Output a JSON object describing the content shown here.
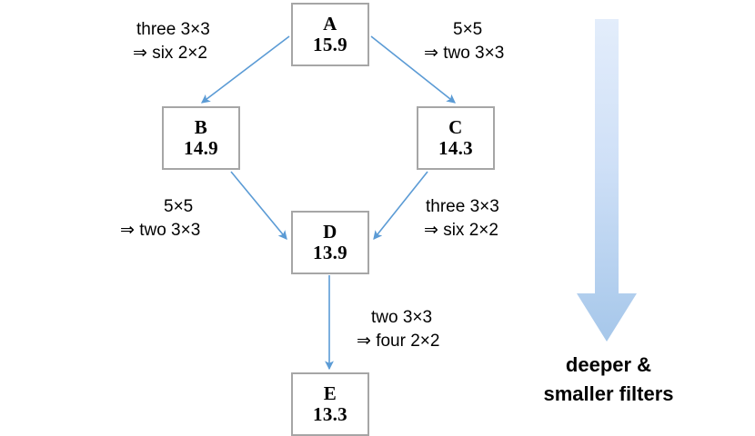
{
  "diagram": {
    "type": "flow-diagram",
    "nodes": [
      {
        "id": "A",
        "letter": "A",
        "value": "15.9"
      },
      {
        "id": "B",
        "letter": "B",
        "value": "14.9"
      },
      {
        "id": "C",
        "letter": "C",
        "value": "14.3"
      },
      {
        "id": "D",
        "letter": "D",
        "value": "13.9"
      },
      {
        "id": "E",
        "letter": "E",
        "value": "13.3"
      }
    ],
    "edges": [
      {
        "from": "A",
        "to": "B",
        "line1": "three 3×3",
        "line2": "⇒ six 2×2"
      },
      {
        "from": "A",
        "to": "C",
        "line1": "5×5",
        "line2": "⇒ two 3×3"
      },
      {
        "from": "B",
        "to": "D",
        "line1": "5×5",
        "line2": "⇒ two 3×3"
      },
      {
        "from": "C",
        "to": "D",
        "line1": "three 3×3",
        "line2": "⇒ six 2×2"
      },
      {
        "from": "D",
        "to": "E",
        "line1": "two 3×3",
        "line2": "⇒ four 2×2"
      }
    ],
    "flow_arrow": {
      "caption_line1": "deeper &",
      "caption_line2": "smaller filters",
      "direction": "down",
      "gradient_from": "#dfeaf9",
      "gradient_to": "#a8c8ea"
    },
    "colors": {
      "connector": "#5b9bd5",
      "box_border": "#a6a6a6",
      "box_fill": "#ffffff",
      "text": "#000000",
      "background": "#ffffff"
    }
  }
}
